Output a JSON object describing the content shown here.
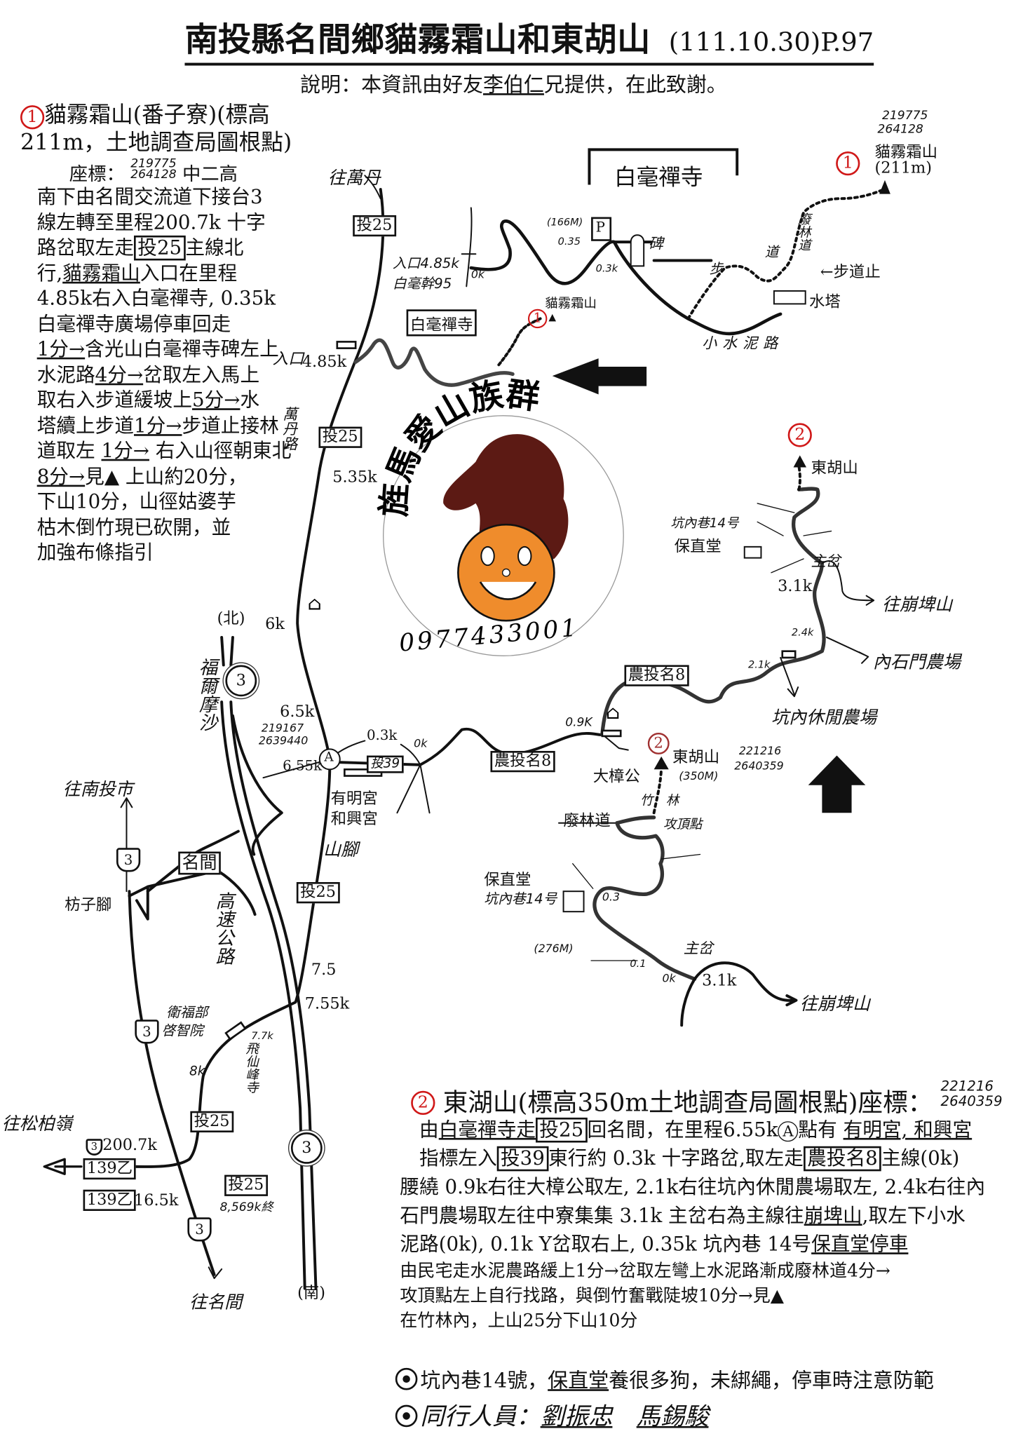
{
  "title": {
    "main": "南投縣名間鄉貓霧霜山和東胡山",
    "date": "(111.10.30)P.97"
  },
  "credit": {
    "prefix": "說明：本資訊由好友",
    "name": "李伯仁",
    "suffix": "兄提供，在此致謝。"
  },
  "section1": {
    "num": "1",
    "heading_line1": "貓霧霜山(番子寮)(標高",
    "heading_line2": "211m，土地調查局圖根點)",
    "coord_label": "座標：",
    "coord_x": "219775",
    "coord_y": "264128",
    "coord_system": "中二高",
    "lines": [
      [
        {
          "t": "南下由名間交流道下接台3"
        }
      ],
      [
        {
          "t": "線左轉至里程200.7k 十字"
        }
      ],
      [
        {
          "t": "路岔取左走"
        },
        {
          "t": "投25",
          "box": true
        },
        {
          "t": "主線北"
        }
      ],
      [
        {
          "t": "行,"
        },
        {
          "t": "貓霧霜山",
          "u": true
        },
        {
          "t": "入口在里程"
        }
      ],
      [
        {
          "t": "4.85k右入白毫禪寺, 0.35k"
        }
      ],
      [
        {
          "t": "白毫禪寺廣場停車回走"
        }
      ],
      [
        {
          "t": "1分→",
          "u": true
        },
        {
          "t": "含光山白毫禪寺碑左上"
        }
      ],
      [
        {
          "t": "水泥路"
        },
        {
          "t": "4分→",
          "u": true
        },
        {
          "t": "岔取左入馬上"
        }
      ],
      [
        {
          "t": "取右入步道緩坡上"
        },
        {
          "t": "5分→",
          "u": true
        },
        {
          "t": "水"
        }
      ],
      [
        {
          "t": "塔續上步道"
        },
        {
          "t": "1分→",
          "u": true
        },
        {
          "t": "步道止接林"
        }
      ],
      [
        {
          "t": "道取左 "
        },
        {
          "t": "1分→",
          "u": true
        },
        {
          "t": " 右入山徑朝東北"
        }
      ],
      [
        {
          "t": "8分→",
          "u": true
        },
        {
          "t": "見▲ 上山約20分，"
        }
      ],
      [
        {
          "t": "下山10分，山徑姑婆芋"
        }
      ],
      [
        {
          "t": "枯木倒竹現已砍開，並"
        }
      ],
      [
        {
          "t": "加強布條指引"
        }
      ]
    ]
  },
  "section2": {
    "num": "2",
    "heading": "東湖山(標高350m土地調查局圖根點)座標：",
    "coord_x": "221216",
    "coord_y": "2640359",
    "lines": [
      [
        {
          "t": "　由"
        },
        {
          "t": "白毫禪寺走",
          "u": true
        },
        {
          "t": "投25",
          "box": true
        },
        {
          "t": "回名間，在里程6.55k"
        },
        {
          "t": "A",
          "circle": true
        },
        {
          "t": "點有 "
        },
        {
          "t": "有明宮, 和興宮",
          "u": true
        }
      ],
      [
        {
          "t": "　指標左入"
        },
        {
          "t": "投39",
          "box": true
        },
        {
          "t": "東行約 0.3k 十字路岔,取左走"
        },
        {
          "t": "農投名8",
          "box": true
        },
        {
          "t": "主線(0k)"
        }
      ],
      [
        {
          "t": "腰繞 0.9k右往大樟公取左, 2.1k右往坑內休閒農場取左, 2.4k右往內"
        }
      ],
      [
        {
          "t": "石門農場取左往中寮集集 3.1k 主岔右為主線往"
        },
        {
          "t": "崩埤山",
          "u": true
        },
        {
          "t": ",取左下小水"
        }
      ],
      [
        {
          "t": "泥路(0k), 0.1k Y岔取右上, 0.35k 坑內巷 14号"
        },
        {
          "t": "保直堂停車",
          "u": true
        }
      ],
      [
        {
          "t": "由民宅走水泥農路緩上1分→岔取左彎上水泥路漸成廢林道4分→",
          "small": true
        }
      ],
      [
        {
          "t": "攻頂點左上自行找路，與倒竹奮戰陡坡10分→見▲",
          "small": true
        }
      ],
      [
        {
          "t": "在竹林內，上山25分下山10分",
          "small": true
        }
      ]
    ]
  },
  "notes": {
    "dog_prefix": "坑內巷14號，",
    "dog_place": "保直堂",
    "dog_suffix": "養很多狗，未綁繩，停車時注意防範",
    "companions_label": "同行人員：",
    "companion1": "劉振忠",
    "companion2": "馬錫駿"
  },
  "logo": {
    "club_name": "旌馬愛山族群",
    "phone": "0977433001"
  },
  "map": {
    "to_wandan": "往萬丹",
    "route_tou25": "投25",
    "entrance_note_1": "入口4.85k",
    "entrance_note_2": "白毫幹95",
    "zero_k": "0k",
    "temple_big": "白毫禪寺",
    "elev_166": "(166M)",
    "km_035": "0.35",
    "parking": "P",
    "km_03k": "0.3k",
    "stele": "碑",
    "trail_bu": "步",
    "trail_dao": "道",
    "abandoned_forest_road": "廢林道",
    "trail_end": "←步道止",
    "water_tower": "水塔",
    "small_cement_road": "小水泥路",
    "peak1_num": "1",
    "peak1_name": "貓霧霜山",
    "peak1_elev": "(211m)",
    "peak1_x": "219775",
    "peak1_y": "264128",
    "temple_small": "白毫禪寺",
    "peak1_small": "貓霧霜山",
    "entrance": "入口",
    "km_485": "4.85k",
    "wandan_road": "萬丹路",
    "km_535": "5.35k",
    "km_6": "6k",
    "north": "(北)",
    "formosa": "福爾摩沙",
    "freeway_no": "3",
    "km_65": "6.5k",
    "pt_a_x": "219167",
    "pt_a_y": "2639440",
    "pt_a": "A",
    "km_655": "6.55k",
    "km_03": "0.3k",
    "route_tou39": "投39",
    "temples": "有明宮",
    "temples2": "和興宮",
    "shanjiao": "山腳",
    "to_nantou": "往南投市",
    "hwy3": "3",
    "mingjian_ic": "名間",
    "fangzijiao": "枋子腳",
    "freeway": "高速公路",
    "km_75": "7.5",
    "km_755": "7.55k",
    "qizhi": "衛福部",
    "qizhi2": "啓智院",
    "km_77": "7.7k",
    "feixian": "飛仙峰寺",
    "km_8": "8k",
    "to_songboling": "往松柏嶺",
    "km_2007": "200.7k",
    "route_139": "139乙",
    "km_165": "16.5k",
    "end_8569": "8,569k終",
    "to_mingjian": "往名間",
    "south": "(南)",
    "peak2_num": "2",
    "peak2_name": "東胡山",
    "kengnei_14": "坑內巷14号",
    "baozhitang": "保直堂",
    "main_fork": "主岔",
    "km_31": "3.1k",
    "to_bengpi": "往崩埤山",
    "km_24": "2.4k",
    "neishimen": "內石門農場",
    "km_21": "2.1k",
    "kengnei_farm": "坑內休閒農場",
    "route_nong8": "農投名8",
    "km_09": "0.9K",
    "dazhanggong": "大樟公",
    "peak2_elev": "(350M)",
    "peak2_x": "221216",
    "peak2_y": "2640359",
    "bamboo": "竹　林",
    "summit_pt": "攻頂點",
    "km_03b": "0.3",
    "elev_276": "(276M)",
    "km_01": "0.1"
  },
  "colors": {
    "red": "#d01818",
    "horse": "#5c1a14",
    "face": "#ef8c2c"
  }
}
